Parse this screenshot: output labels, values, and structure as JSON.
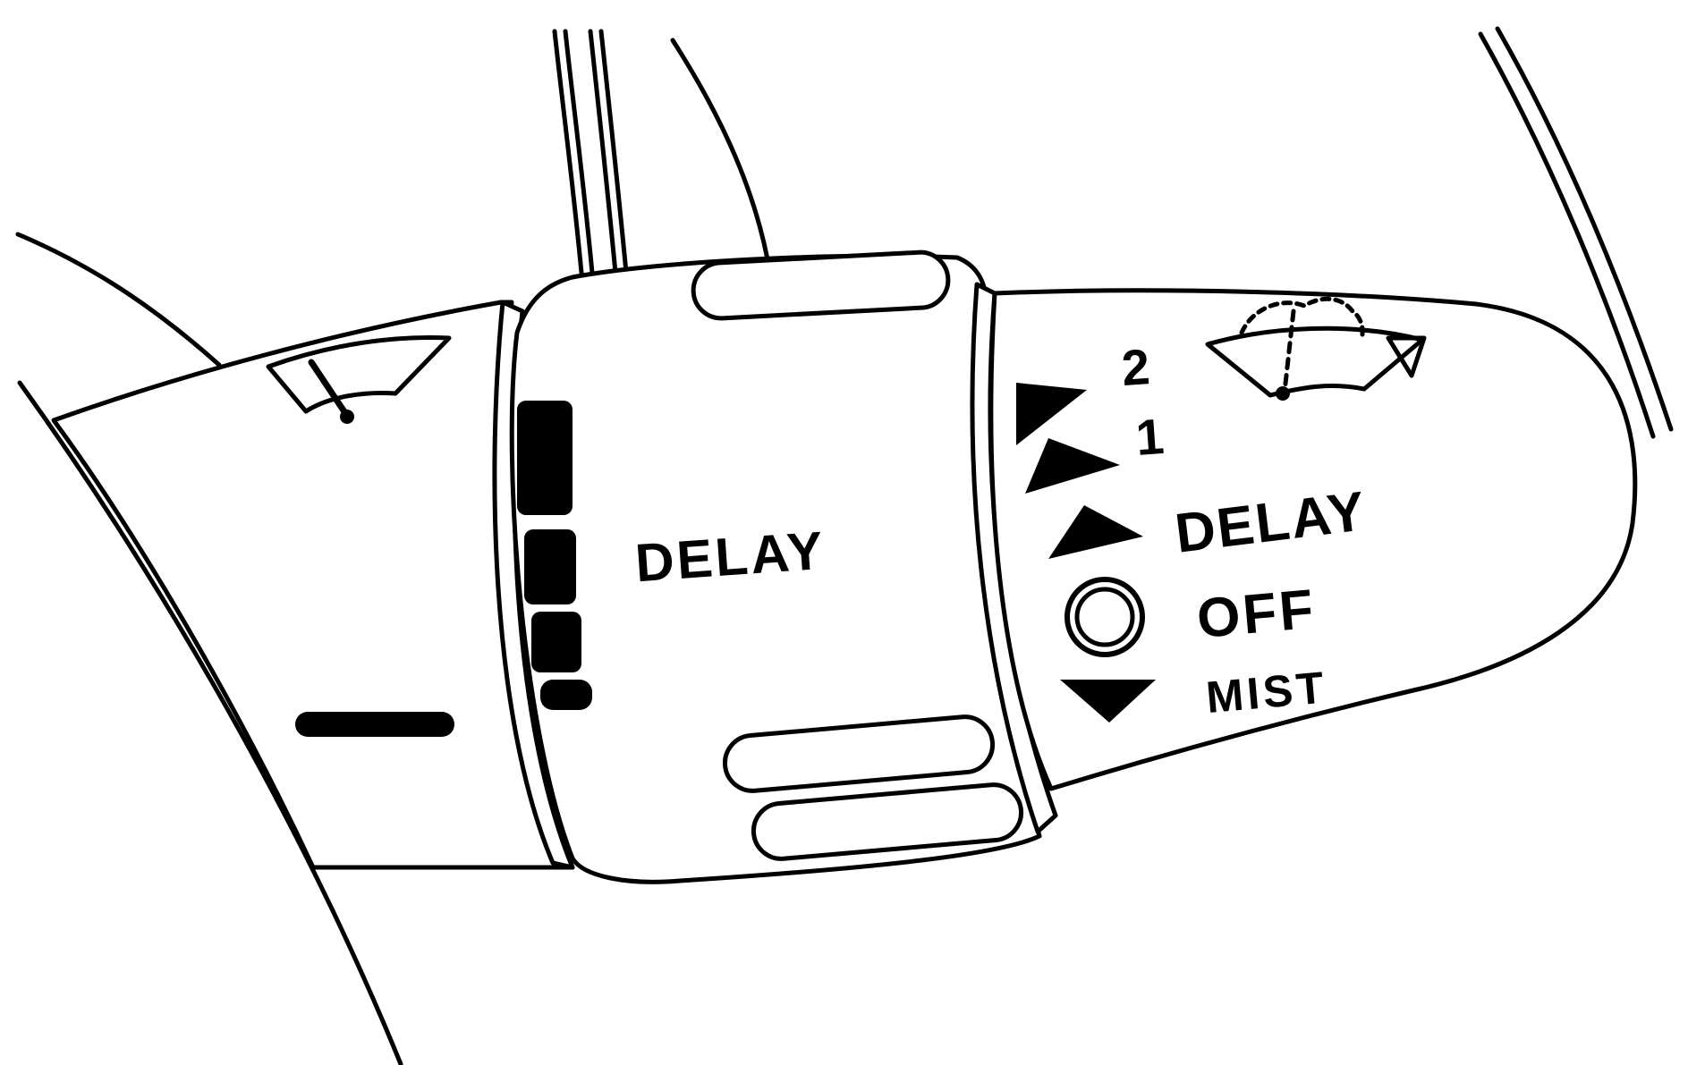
{
  "band_label": "DELAY",
  "tip_labels": {
    "speed_2": "2",
    "speed_1": "1",
    "delay": "DELAY",
    "off": "OFF",
    "mist": "MIST"
  },
  "icons": {
    "stalk_wiper": "windshield-wiper-icon",
    "tip_wiper": "windshield-wiper-sweep-icon",
    "pull_triangle": "triangle-down-outline-icon",
    "delay_bars": "delay-interval-bars-icon",
    "off_circle": "off-circle-icon"
  },
  "colors": {
    "ink": "#000000",
    "paper": "#ffffff"
  }
}
